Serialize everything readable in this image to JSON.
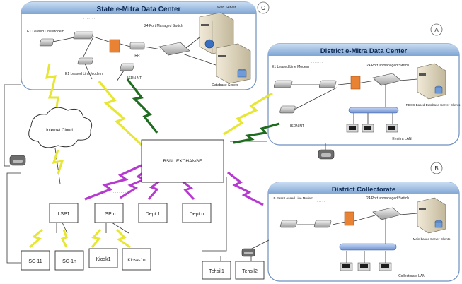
{
  "panels": {
    "state": {
      "title": "State e-Mitra Data Center",
      "badge": "C"
    },
    "district": {
      "title": "District e-Mitra Data Center",
      "badge": "A"
    },
    "collectorate": {
      "title": "District Collectorate",
      "badge": "B"
    }
  },
  "state_labels": {
    "e1_modem": "E1 Leased Line Modem",
    "e1_modem_2": "E1 Leased Line Modem",
    "rr": "RR",
    "isdn": "ISDN NT",
    "switch": "24 Port Managed Switch",
    "web_server": "Web Server",
    "db_server": "Database Server"
  },
  "district_labels": {
    "e1_modem": "E1 Leased Line Modem",
    "isdn": "ISDN NT",
    "switch": "24 Port unmanaged Switch",
    "server": "RDSC Based Database Server Clients",
    "lan": "E-mitra LAN"
  },
  "collectorate_labels": {
    "modem": "LB Pass Leased Line Modem",
    "switch": "24 Port unmanaged Switch",
    "server": "Main based Server Clients",
    "lan": "Collectorate LAN"
  },
  "center": {
    "exchange": "BSNL EXCHANGE",
    "cloud": "Internet Cloud"
  },
  "nodes": {
    "lsp1": "LSP1",
    "lspn": "LSP n",
    "dept1": "Dept 1",
    "deptn": "Dept n",
    "sc11": "SC-11",
    "sc1n": "SC-1n",
    "kiosk1": "Kiosk1",
    "kioskn": "Kiosk-1n",
    "tehsil1": "Tehsil1",
    "tehsil2": "Tehsil2"
  },
  "colors": {
    "yellow_link": "#e6e633",
    "green_link": "#1f6b1f",
    "magenta_link": "#b63ad0",
    "panel_header": "#8fb2dc",
    "firewall": "#e98233"
  },
  "icons": [
    "modem-icon",
    "switch-icon",
    "firewall-icon",
    "server-icon",
    "phone-icon",
    "cloud-icon",
    "pc-icon",
    "globe-icon"
  ]
}
